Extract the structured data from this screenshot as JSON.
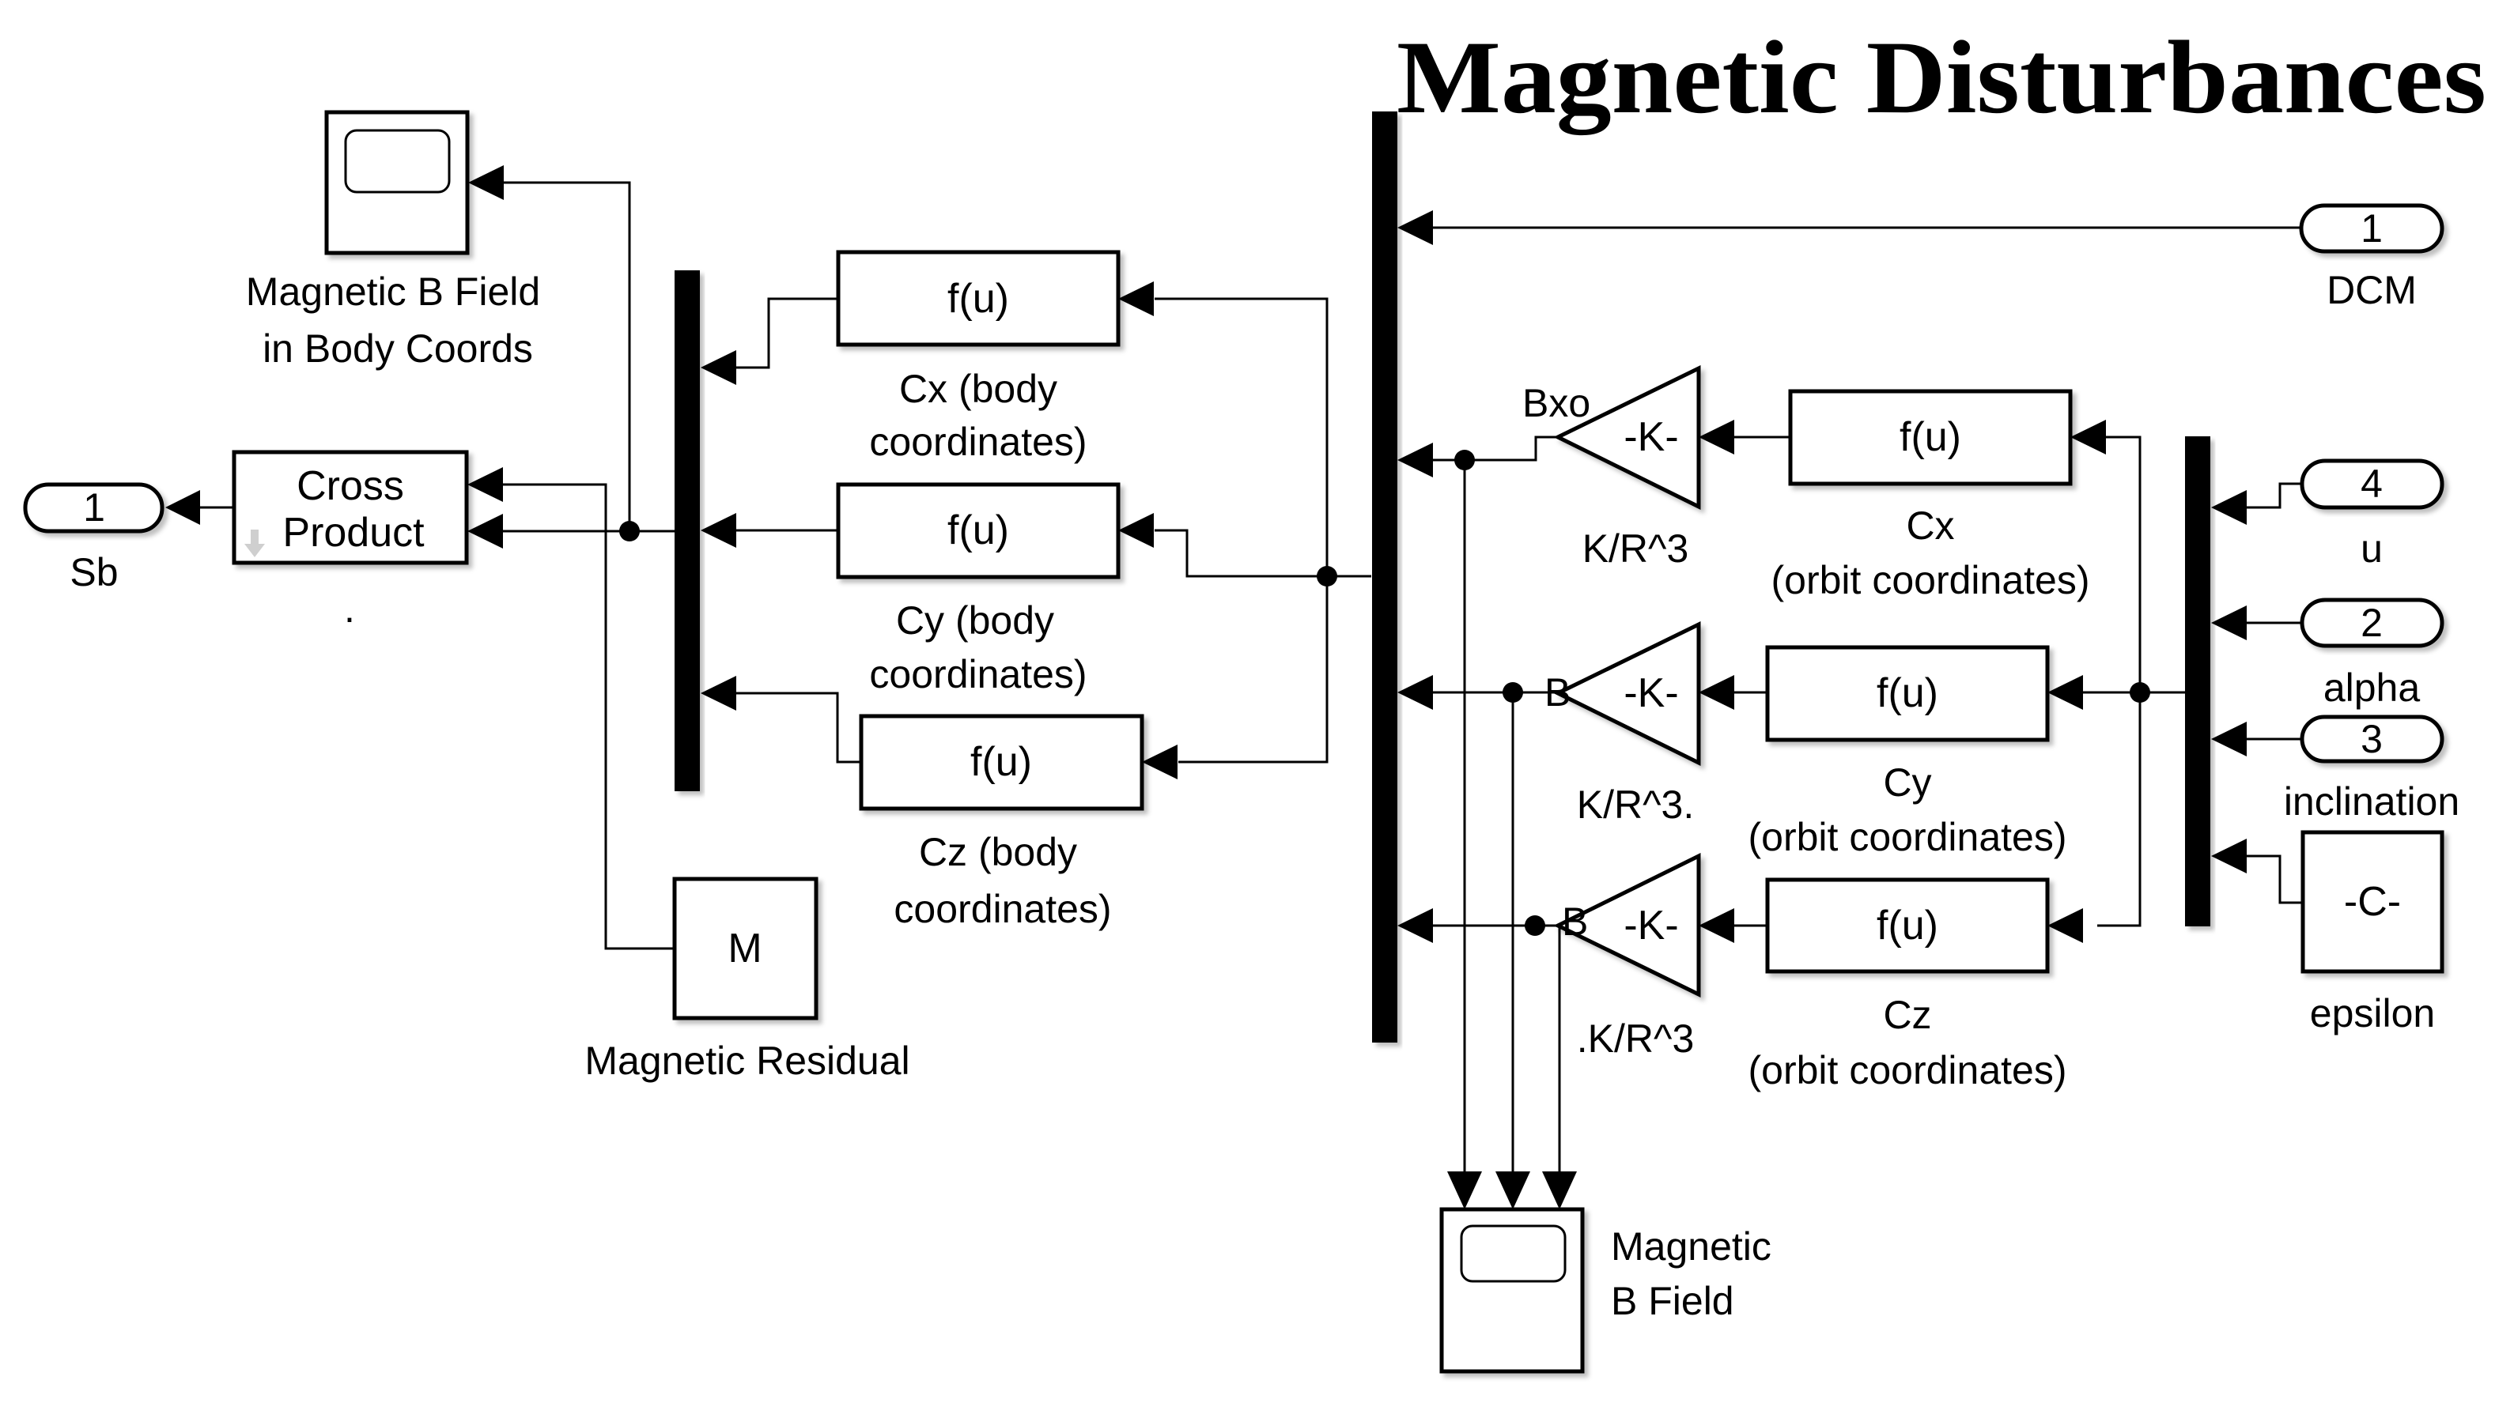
{
  "title": "Magnetic Disturbances",
  "outports": [
    {
      "number": "1",
      "name": "Sb"
    }
  ],
  "inports": [
    {
      "number": "1",
      "name": "DCM"
    },
    {
      "number": "4",
      "name": "u"
    },
    {
      "number": "2",
      "name": "alpha"
    },
    {
      "number": "3",
      "name": "inclination"
    }
  ],
  "constant": {
    "text": "-C-",
    "name": "epsilon"
  },
  "scopes": [
    {
      "name_line1": "Magnetic B Field",
      "name_line2": "in Body Coords"
    },
    {
      "name_line1": "Magnetic",
      "name_line2": "B Field"
    }
  ],
  "cross_product": {
    "line1": "Cross",
    "line2": "Product",
    "name": "."
  },
  "residual": {
    "text": "M",
    "name": "Magnetic Residual"
  },
  "body_fcns": [
    {
      "text": "f(u)",
      "name_line1": "Cx (body",
      "name_line2": "coordinates)"
    },
    {
      "text": "f(u)",
      "name_line1": "Cy (body",
      "name_line2": "coordinates)"
    },
    {
      "text": "f(u)",
      "name_line1": "Cz (body",
      "name_line2": "coordinates)"
    }
  ],
  "orbit_fcns": [
    {
      "text": "f(u)",
      "name_line1": "Cx",
      "name_line2": "(orbit coordinates)"
    },
    {
      "text": "f(u)",
      "name_line1": "Cy",
      "name_line2": "(orbit coordinates)"
    },
    {
      "text": "f(u)",
      "name_line1": "Cz",
      "name_line2": "(orbit coordinates)"
    }
  ],
  "gains": [
    {
      "text": "-K-",
      "name": "K/R^3",
      "signal": "Bxo"
    },
    {
      "text": "-K-",
      "name": "K/R^3.",
      "signal": "B"
    },
    {
      "text": "-K-",
      "name": ".K/R^3",
      "signal": "B"
    }
  ]
}
